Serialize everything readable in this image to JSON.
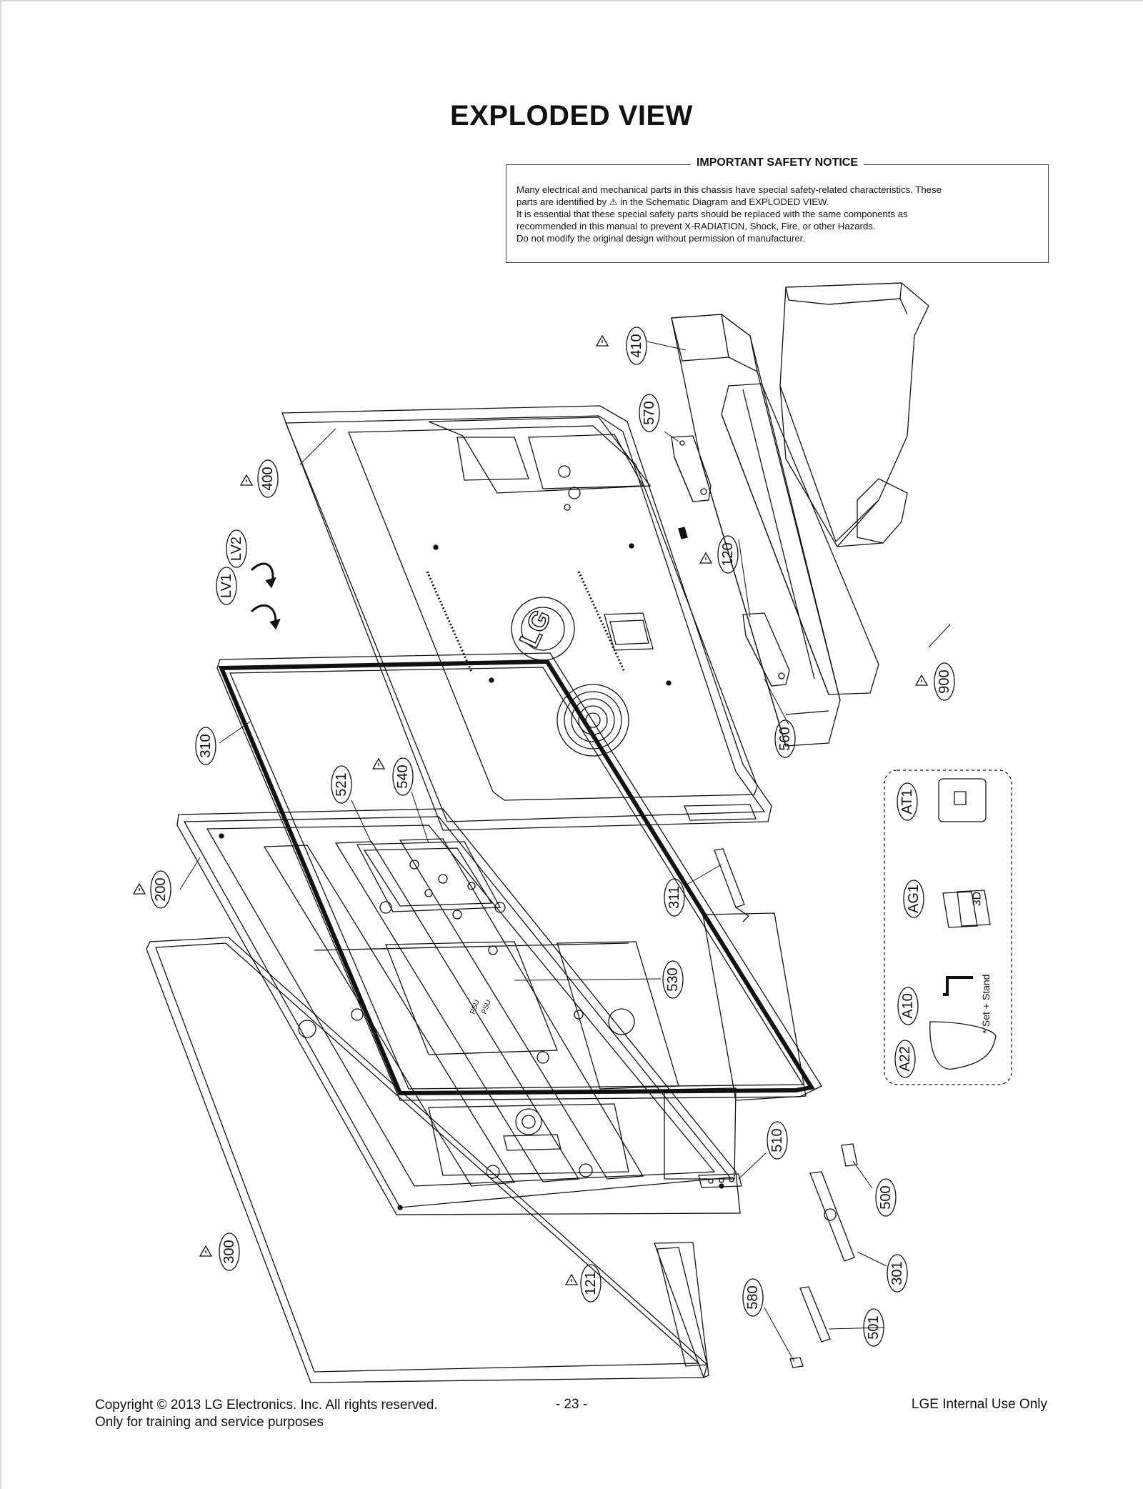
{
  "title": "EXPLODED VIEW",
  "notice": {
    "heading": "IMPORTANT SAFETY NOTICE",
    "line1": "Many electrical and mechanical parts in this chassis have special safety-related characteristics. These",
    "line2a": "parts are identified by",
    "line2b": "in the Schematic Diagram and EXPLODED VIEW.",
    "line3": "It is essential that these special safety parts should be replaced with the same components as",
    "line4": "recommended in this manual to prevent X-RADIATION, Shock, Fire, or other Hazards.",
    "line5": "Do not modify the original design without permission of manufacturer."
  },
  "parts": {
    "p410": "410",
    "p570": "570",
    "p400": "400",
    "p120": "120",
    "plv2": "LV2",
    "plv1": "LV1",
    "p900": "900",
    "p560": "560",
    "p310": "310",
    "p540": "540",
    "p521": "521",
    "pat1": "AT1",
    "p200": "200",
    "p311": "311",
    "pag1": "AG1",
    "p530": "530",
    "pa10": "A10",
    "pa22": "A22",
    "p510": "510",
    "p500": "500",
    "p300": "300",
    "p121": "121",
    "p301": "301",
    "p580": "580",
    "p501": "501"
  },
  "labels": {
    "logo": "LG",
    "label_3d": "3D",
    "set_stand": "* Set + Stand",
    "board_text_1": "PSU",
    "board_text_2": "PSU"
  },
  "footer": {
    "copyright": "Copyright  © 2013 LG Electronics. Inc. All rights reserved.",
    "training": "Only for training and service purposes",
    "page": "- 23 -",
    "internal": "LGE Internal Use Only"
  }
}
